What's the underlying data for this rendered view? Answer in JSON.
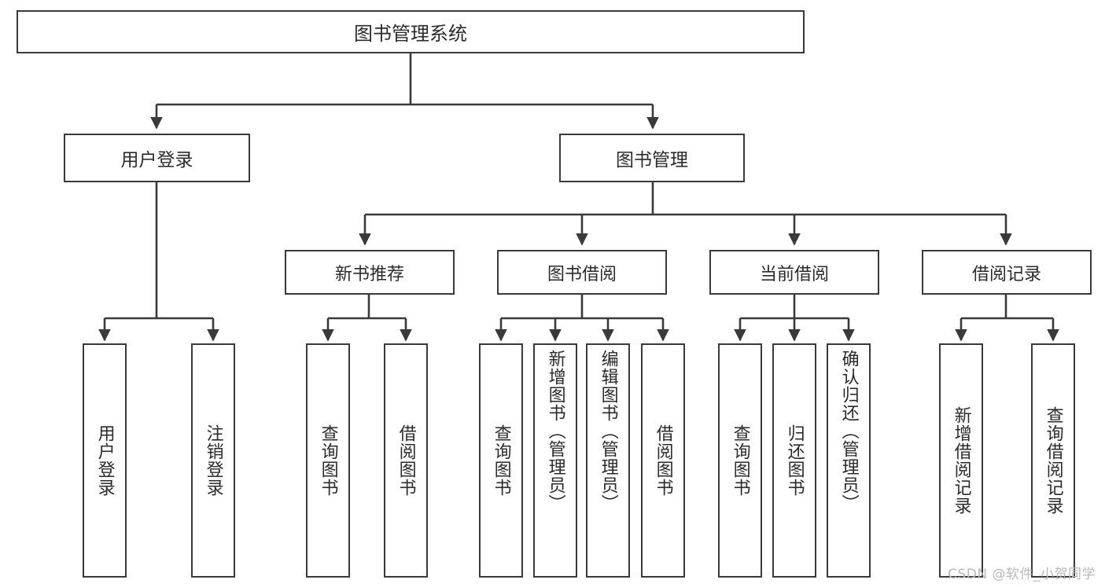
{
  "diagram": {
    "type": "tree",
    "title": "图书管理系统",
    "watermark": "CSDN @软件_小贺同学",
    "colors": {
      "stroke": "#3a3a3a",
      "fill": "#ffffff",
      "text": "#2b2b2b",
      "watermark": "#b9b9b9"
    },
    "levels": {
      "root": {
        "label": "图书管理系统"
      },
      "level1": [
        {
          "id": "user-login",
          "label": "用户登录"
        },
        {
          "id": "book-manage",
          "label": "图书管理"
        }
      ],
      "level2": [
        {
          "id": "new-book-recommend",
          "label": "新书推荐",
          "parent": "book-manage"
        },
        {
          "id": "book-borrow",
          "label": "图书借阅",
          "parent": "book-manage"
        },
        {
          "id": "current-borrow",
          "label": "当前借阅",
          "parent": "book-manage"
        },
        {
          "id": "borrow-record",
          "label": "借阅记录",
          "parent": "book-manage"
        }
      ],
      "leaves": [
        {
          "id": "leaf-user-login",
          "label": "用户登录",
          "parent": "user-login"
        },
        {
          "id": "leaf-logout-login",
          "label": "注销登录",
          "parent": "user-login"
        },
        {
          "id": "leaf-query-book-1",
          "label": "查询图书",
          "parent": "new-book-recommend"
        },
        {
          "id": "leaf-borrow-book-1",
          "label": "借阅图书",
          "parent": "new-book-recommend"
        },
        {
          "id": "leaf-query-book-2",
          "label": "查询图书",
          "parent": "book-borrow"
        },
        {
          "id": "leaf-add-book",
          "label": "新增图书（管理员）",
          "parent": "book-borrow"
        },
        {
          "id": "leaf-edit-book",
          "label": "编辑图书（管理员）",
          "parent": "book-borrow"
        },
        {
          "id": "leaf-borrow-book-2",
          "label": "借阅图书",
          "parent": "book-borrow"
        },
        {
          "id": "leaf-query-book-3",
          "label": "查询图书",
          "parent": "current-borrow"
        },
        {
          "id": "leaf-return-book",
          "label": "归还图书",
          "parent": "current-borrow"
        },
        {
          "id": "leaf-confirm-return",
          "label": "确认归还（管理员）",
          "parent": "current-borrow"
        },
        {
          "id": "leaf-add-record",
          "label": "新增借阅记录",
          "parent": "borrow-record"
        },
        {
          "id": "leaf-query-record",
          "label": "查询借阅记录",
          "parent": "borrow-record"
        }
      ]
    }
  }
}
